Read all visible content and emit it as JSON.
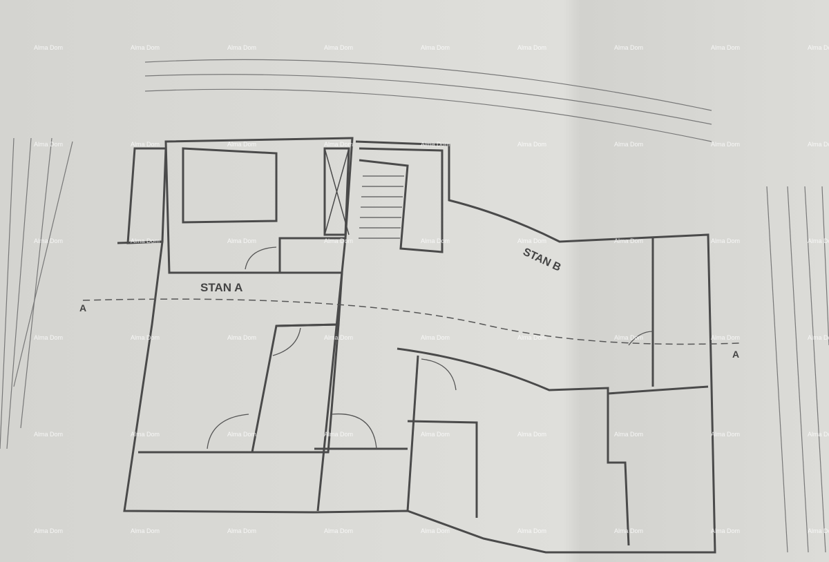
{
  "plan": {
    "units": [
      {
        "label": "STAN A"
      },
      {
        "label": "STAN B"
      }
    ],
    "section_marks": [
      {
        "label": "A"
      },
      {
        "label": "A"
      }
    ]
  },
  "watermark": {
    "text": "Alma Dom"
  },
  "colors": {
    "paper": "#d9d9d5",
    "ink": "#4a4a4a",
    "watermark": "#ffffff"
  }
}
